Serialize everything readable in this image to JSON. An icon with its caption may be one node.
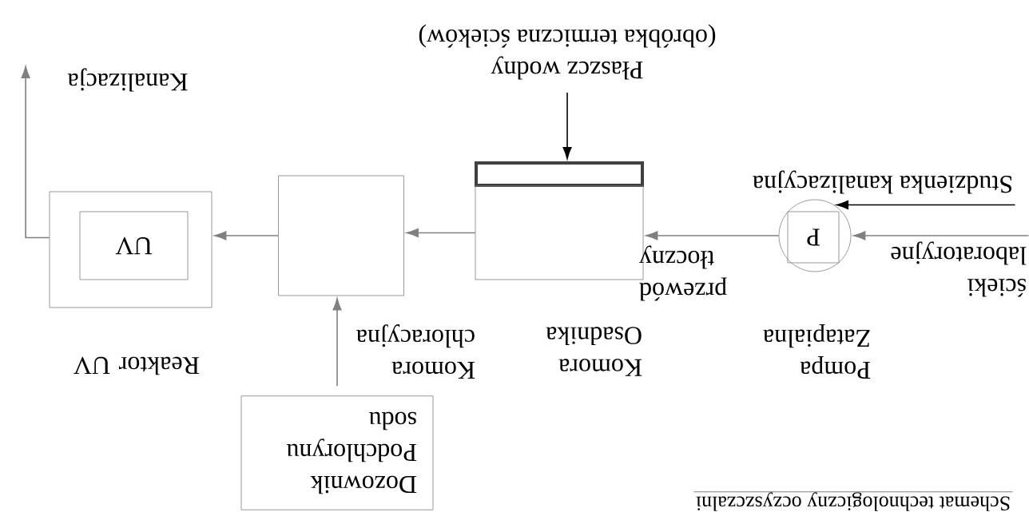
{
  "diagram": {
    "title": "Schemat technologiczny oczyszczalni",
    "nodes": [
      {
        "text": [
          "ścieki laboratoryjne"
        ]
      },
      {
        "text": [
          "Studzienka kanalizacyjna"
        ]
      },
      {
        "text": [],
        "shape": "circle"
      },
      {
        "text": [
          "P"
        ],
        "in": 2
      },
      {
        "text": [],
        "shape": "box"
      },
      {
        "text": [],
        "shape": "bar"
      },
      {
        "text": [
          "Płaszcz wodny",
          "(obróbka termiczna ścieków)"
        ]
      },
      {
        "text": [],
        "shape": "box"
      },
      {
        "text": [
          "Dozownik Podchlorynu sodu"
        ]
      },
      {
        "text": [],
        "shape": "box"
      },
      {
        "text": [
          "UV"
        ],
        "in": 9
      },
      {
        "text": [
          "Kanalizacja"
        ]
      }
    ],
    "edges": [
      {
        "from": 0,
        "to": 2,
        "arrow": "to"
      },
      {
        "from": 1,
        "to": 2,
        "arrow": "to",
        "color": "#000000"
      },
      {
        "from": 2,
        "to": 7,
        "arrow": "to",
        "label": "przewód tłoczny"
      },
      {
        "from": 6,
        "to": 5,
        "arrow": "to",
        "color": "#000000"
      },
      {
        "from": 7,
        "to": 4,
        "arrow": "to"
      },
      {
        "from": 8,
        "to": 4,
        "arrow": "to"
      },
      {
        "from": 4,
        "to": 9,
        "arrow": "to"
      },
      {
        "from": 9,
        "to": 11,
        "arrow": "to"
      }
    ],
    "labels": [
      "Pompa Zatapialna",
      "Komora Osadnika",
      "Komora chloracyjna",
      "Reaktor UV"
    ]
  }
}
